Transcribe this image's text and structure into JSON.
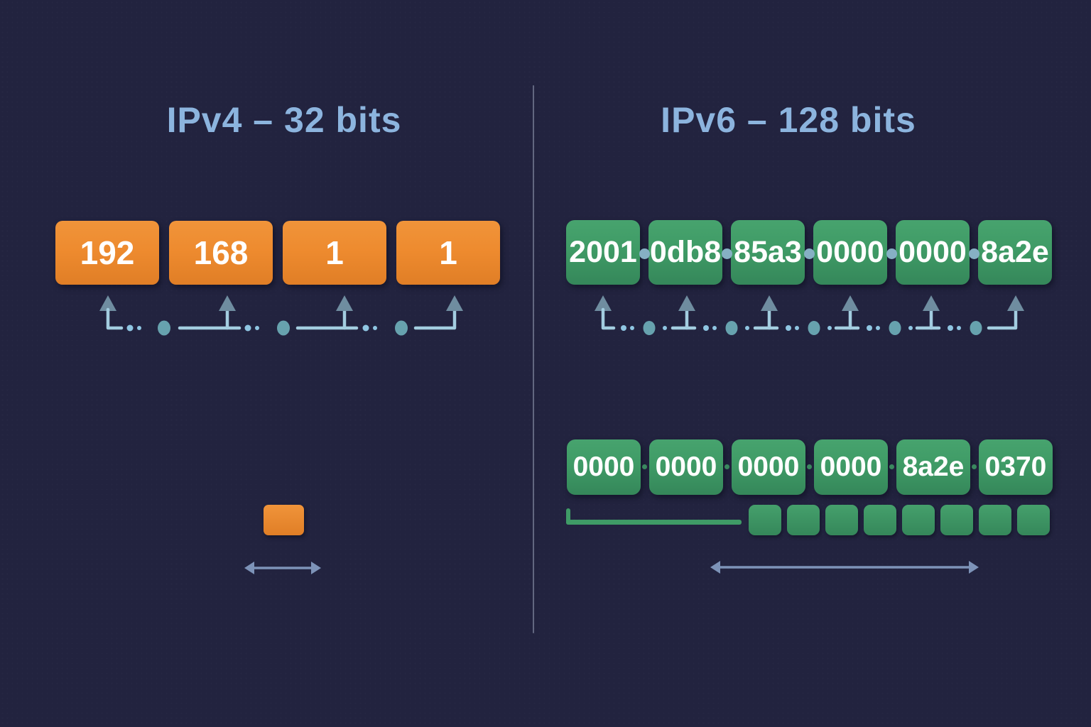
{
  "ipv4": {
    "title": "IPv4 – 32 bits",
    "octets": [
      "192",
      "168",
      "1",
      "1"
    ]
  },
  "ipv6": {
    "title": "IPv6 – 128 bits",
    "groups_top": [
      "2001",
      "0db8",
      "85a3",
      "0000",
      "0000",
      "8a2e"
    ],
    "groups_bottom": [
      "0000",
      "0000",
      "0000",
      "0000",
      "8a2e",
      "0370"
    ]
  },
  "icons": {
    "octet_pointer": "up-arrow",
    "group_pointer": "up-arrow",
    "separator": "dot",
    "width_indicator": "double-headed-arrow",
    "panel_divider": "vertical-line"
  },
  "colors": {
    "background": "#22233f",
    "title": "#8cb4de",
    "ipv4_box": "#ee8b2f",
    "ipv4_box_dark": "#e07e26",
    "ipv6_box": "#3f9b66",
    "ipv6_box_dark": "#35875a",
    "box_text": "#ffffff",
    "arrow_stem": "#a3cde0",
    "arrow_head": "#6f8da0",
    "dot_small": "#8fc6e2",
    "dot_large": "#67a2ae",
    "measure_arrow": "#7d93b8",
    "divider": "#97a1b6"
  }
}
